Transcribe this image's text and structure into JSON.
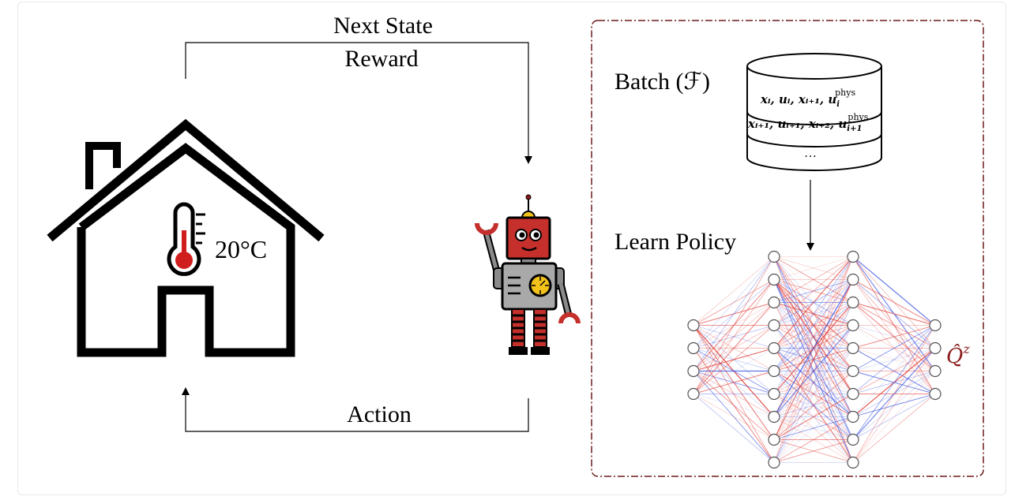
{
  "labels": {
    "next_state": "Next State",
    "reward": "Reward",
    "action": "Action",
    "temperature": "20°C",
    "batch": "Batch (ℱ)",
    "learn_policy": "Learn Policy",
    "ellipsis": "…",
    "q_hat": "Q̂",
    "q_sup": "z"
  },
  "batch_rows": [
    {
      "main": "𝒙ᵢ, 𝒖ᵢ, 𝒙ᵢ₊₁, 𝒖",
      "sub": "i",
      "sup": "phys"
    },
    {
      "main": "𝒙ᵢ₊₁, 𝒖ᵢ₊₁, 𝒙ᵢ₊₂, 𝒖",
      "sub": "i+1",
      "sup": "phys"
    }
  ],
  "network": {
    "layers": [
      4,
      10,
      10,
      4
    ],
    "edge_colors": [
      "#e0413b",
      "#3d55e0"
    ]
  },
  "colors": {
    "dashed_box": "#6e1a1a",
    "q_label": "#8b1a1a",
    "robot_red": "#c5302c",
    "robot_gray": "#a9a9a9",
    "robot_yellow": "#f2c21b",
    "thermo_red": "#d01e1e"
  }
}
